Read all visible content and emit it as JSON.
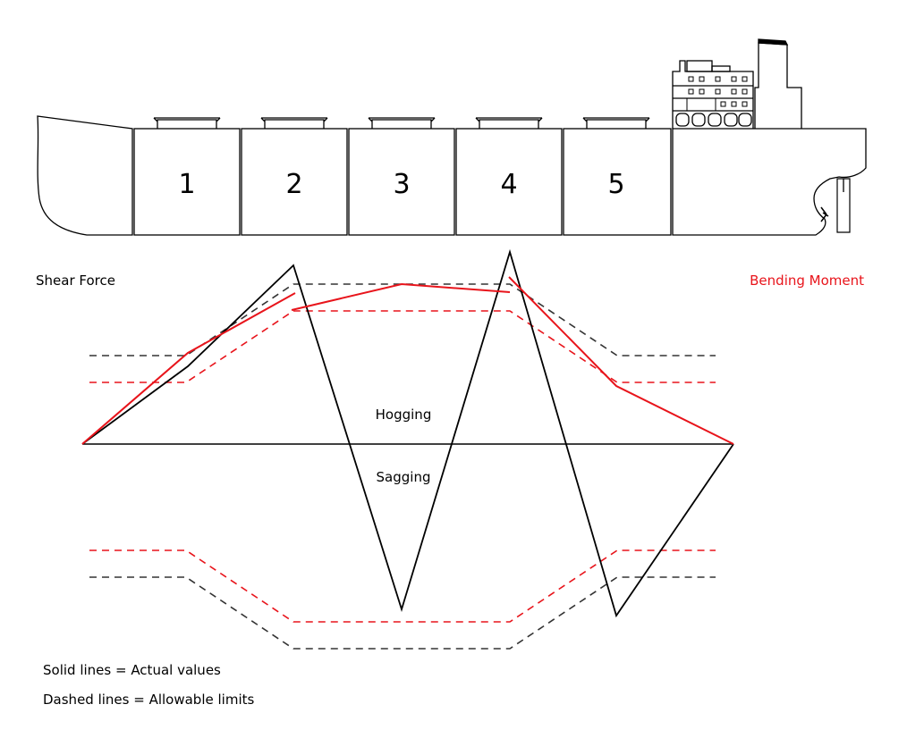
{
  "holds": [
    {
      "number": "1"
    },
    {
      "number": "2"
    },
    {
      "number": "3"
    },
    {
      "number": "4"
    },
    {
      "number": "5"
    }
  ],
  "labels": {
    "shear_force": "Shear Force",
    "bending_moment": "Bending Moment",
    "hogging": "Hogging",
    "sagging": "Sagging"
  },
  "legend": {
    "solid": "Solid lines = Actual values",
    "dashed": "Dashed lines = Allowable limits"
  },
  "colors": {
    "shear_force": "#000000",
    "bending_moment": "#e8141b",
    "shear_limit": "#333333",
    "bending_limit": "#e8141b"
  }
}
